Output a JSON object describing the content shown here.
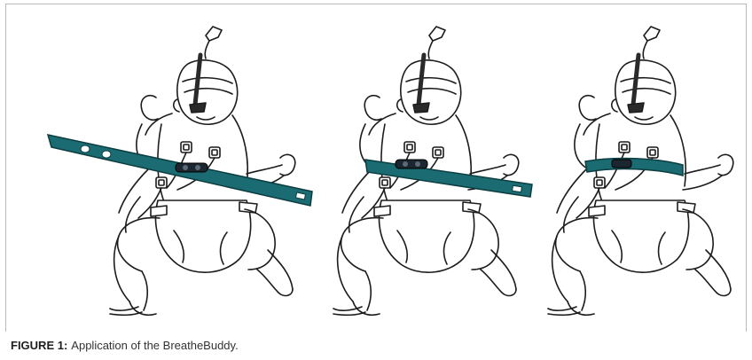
{
  "figure": {
    "label": "FIGURE 1:",
    "caption": "Application of the BreatheBuddy."
  },
  "panels": [
    {
      "id": "step-1",
      "band_state": "open-under-back"
    },
    {
      "id": "step-2",
      "band_state": "wrapping-around-chest"
    },
    {
      "id": "step-3",
      "band_state": "fastened"
    }
  ],
  "colors": {
    "band": "#1a6c72",
    "band_edge": "#0c3d41",
    "outline": "#1c1c1c",
    "frame": "#b9b9b9"
  }
}
